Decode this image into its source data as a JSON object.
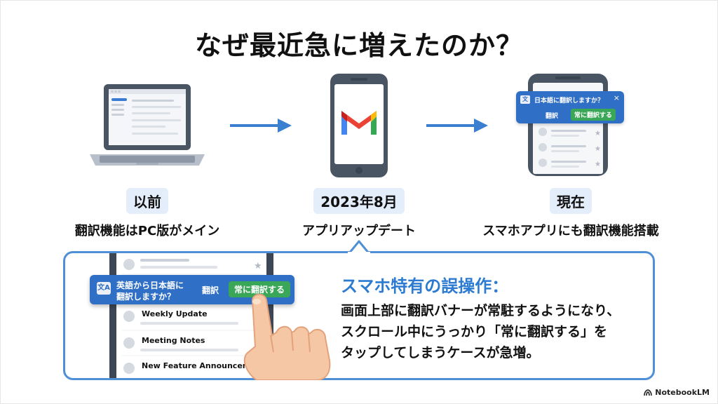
{
  "title": "なぜ最近急に増えたのか？",
  "stages": [
    {
      "label": "以前",
      "desc": "翻訳機能はPC版がメイン",
      "icon": "laptop-icon"
    },
    {
      "label": "2023年8月",
      "desc": "アプリアップデート",
      "icon": "gmail-phone-icon"
    },
    {
      "label": "現在",
      "desc": "スマホアプリにも翻訳機能搭載",
      "icon": "phone-translate-icon"
    }
  ],
  "phone_banner": {
    "prompt": "日本語に翻訳しますか？",
    "translate": "翻訳",
    "always": "常に翻訳する",
    "close": "×"
  },
  "mock": {
    "banner_line1": "英語から日本語に",
    "banner_line2": "翻訳しますか？",
    "translate": "翻訳",
    "always": "常に翻訳する",
    "items": [
      "Weekly Update",
      "Meeting Notes",
      "New Feature Announcement"
    ]
  },
  "panel": {
    "heading": "スマホ特有の誤操作：",
    "lines": [
      "画面上部に翻訳バナーが常駐するようになり、",
      "スクロール中にうっかり「常に翻訳する」を",
      "タップしてしまうケースが急増。"
    ]
  },
  "footer": "NotebookLM",
  "colors": {
    "accent": "#2c7bd1",
    "banner": "#2f6fc5",
    "green": "#3aa657",
    "panel_border": "#4f8fd6",
    "label_bg": "#e4eefa"
  }
}
